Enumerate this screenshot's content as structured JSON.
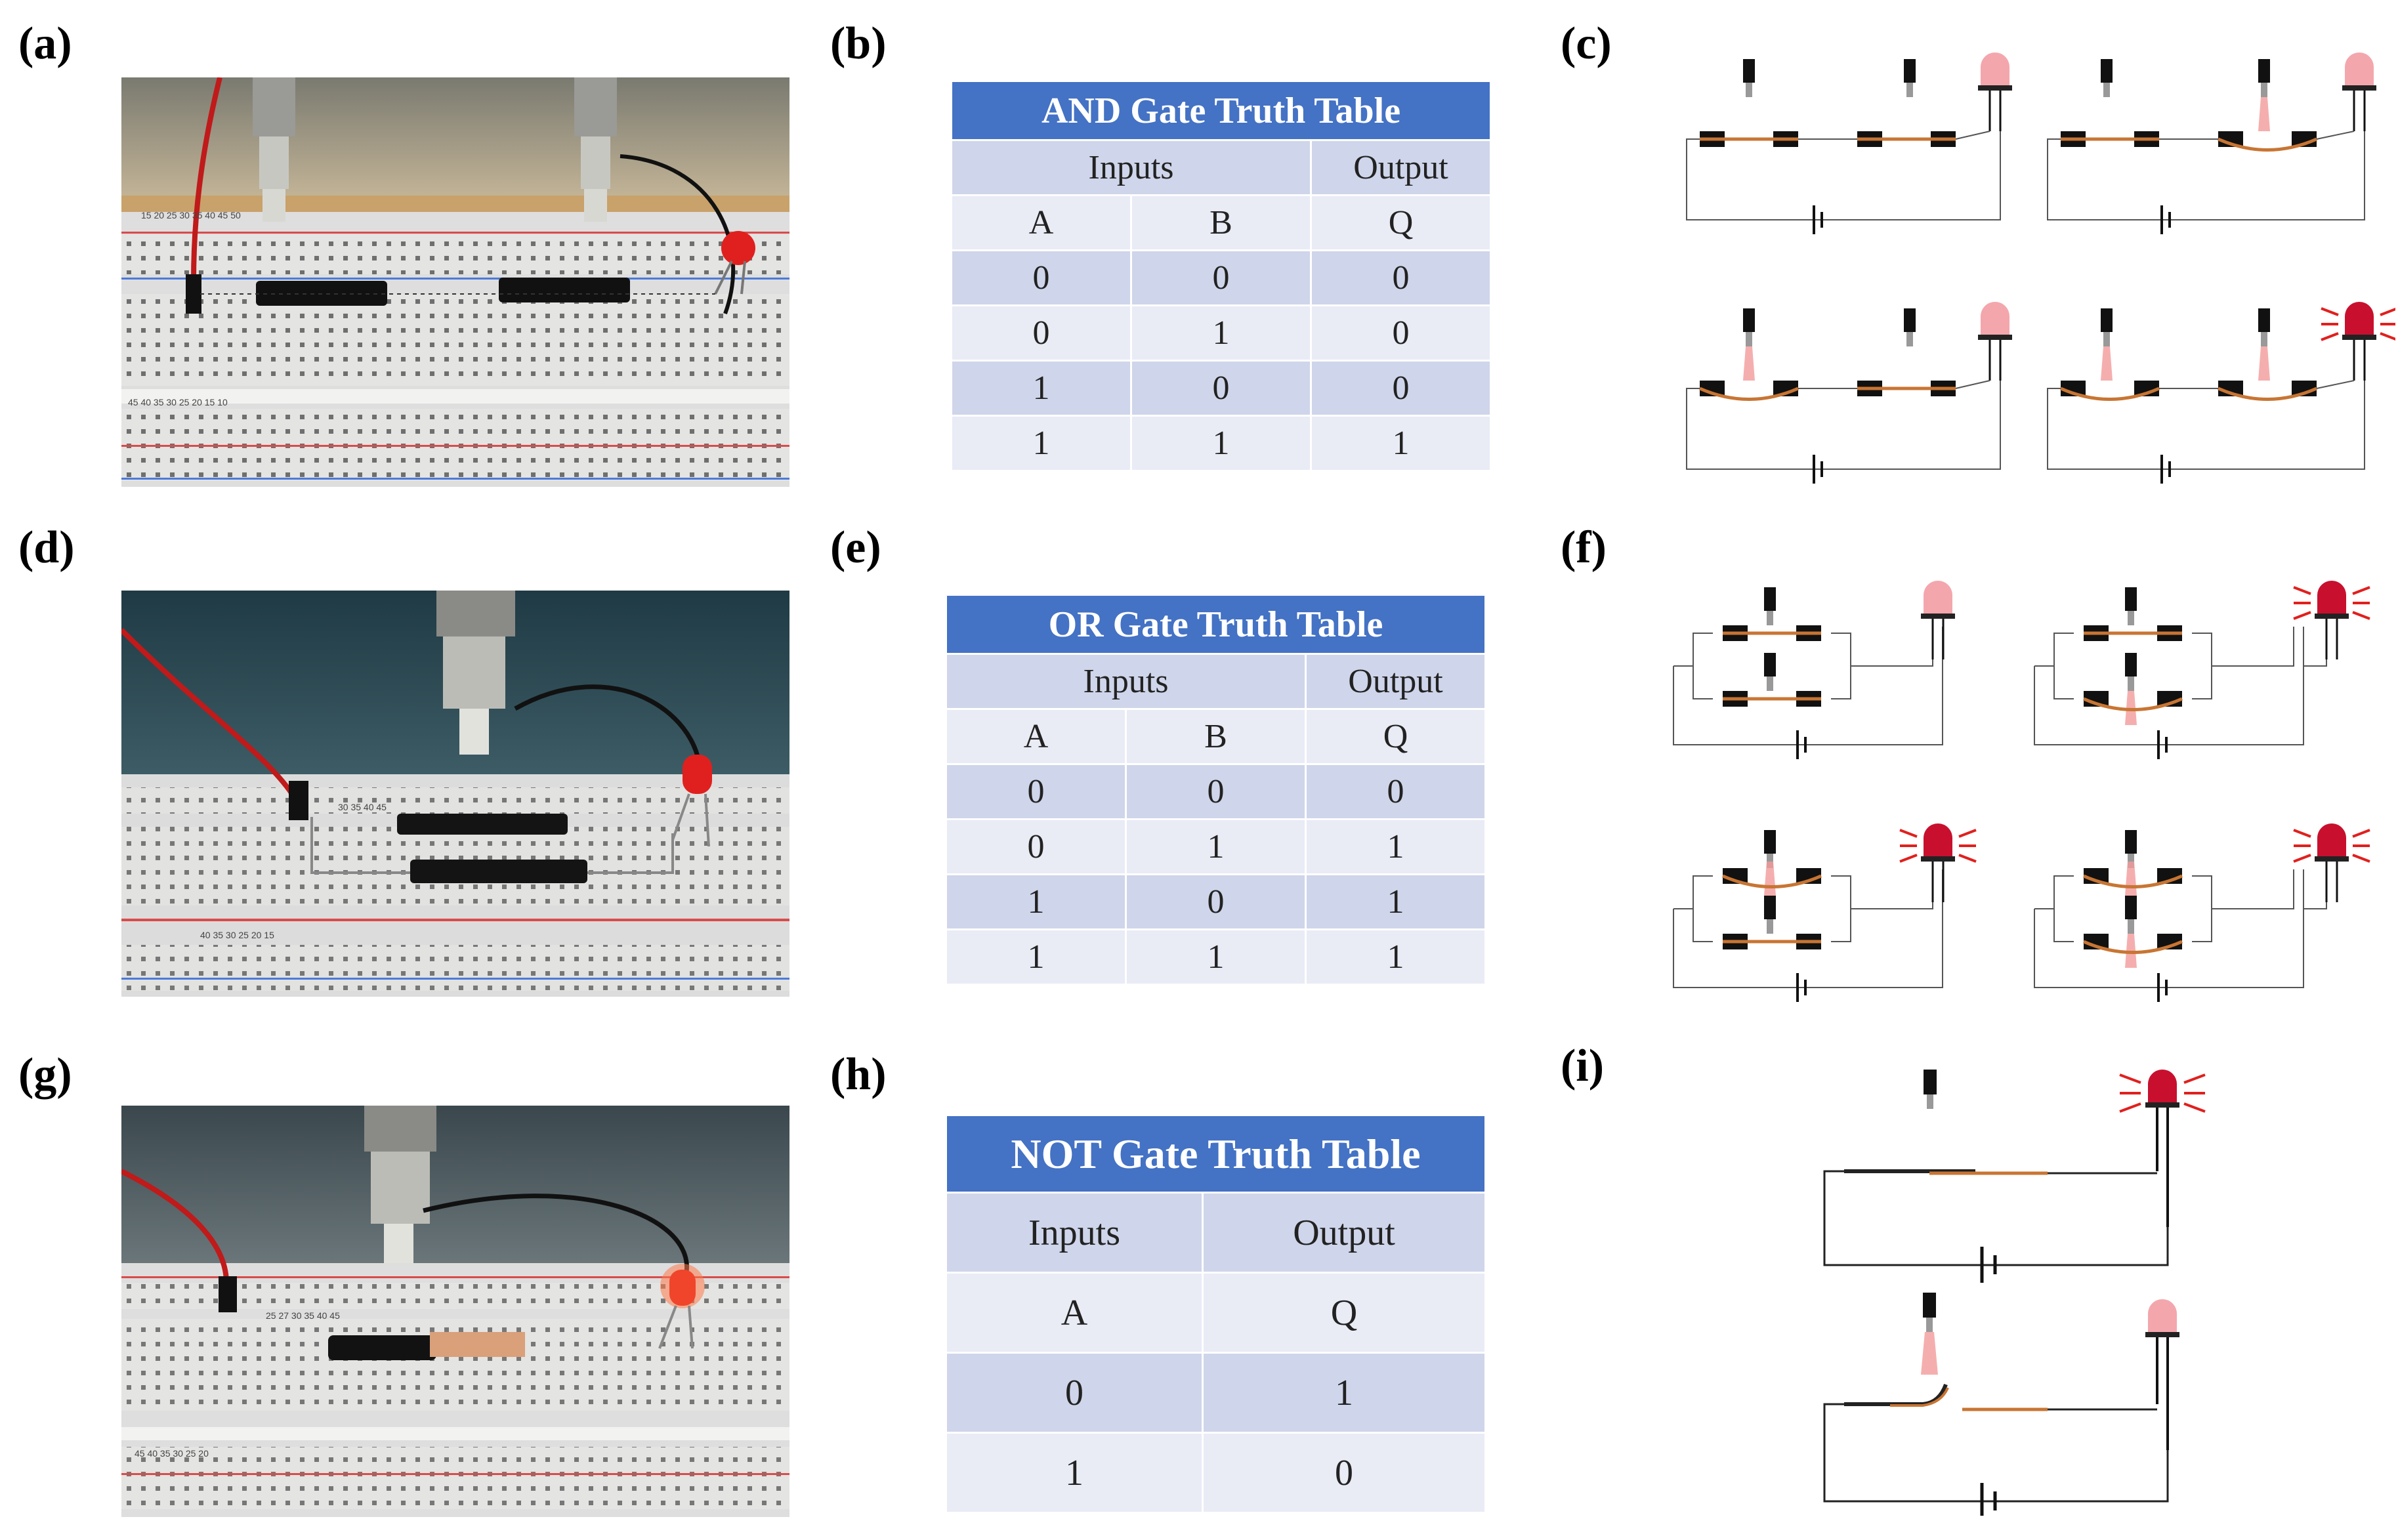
{
  "panels": {
    "a": "(a)",
    "b": "(b)",
    "c": "(c)",
    "d": "(d)",
    "e": "(e)",
    "f": "(f)",
    "g": "(g)",
    "h": "(h)",
    "i": "(i)"
  },
  "and_table": {
    "title": "AND Gate Truth Table",
    "inputs_label": "Inputs",
    "output_label": "Output",
    "columns": [
      "A",
      "B",
      "Q"
    ],
    "rows": [
      [
        "0",
        "0",
        "0"
      ],
      [
        "0",
        "1",
        "0"
      ],
      [
        "1",
        "0",
        "0"
      ],
      [
        "1",
        "1",
        "1"
      ]
    ]
  },
  "or_table": {
    "title": "OR Gate Truth Table",
    "inputs_label": "Inputs",
    "output_label": "Output",
    "columns": [
      "A",
      "B",
      "Q"
    ],
    "rows": [
      [
        "0",
        "0",
        "0"
      ],
      [
        "0",
        "1",
        "1"
      ],
      [
        "1",
        "0",
        "1"
      ],
      [
        "1",
        "1",
        "1"
      ]
    ]
  },
  "not_table": {
    "title": "NOT Gate Truth Table",
    "inputs_label": "Inputs",
    "output_label": "Output",
    "columns": [
      "A",
      "Q"
    ],
    "rows": [
      [
        "0",
        "1"
      ],
      [
        "1",
        "0"
      ]
    ]
  },
  "colors": {
    "table_header": "#4472c4",
    "row_dark": "#cfd5ea",
    "row_light": "#e9ebf5",
    "led_on": "#c8102e",
    "led_off": "#f4a6ad",
    "copper": "#c87533"
  },
  "breadboard_numbers": {
    "a_top": [
      "15",
      "20",
      "25",
      "30",
      "35",
      "40",
      "45",
      "50"
    ],
    "a_bottom": [
      "45",
      "40",
      "35",
      "30",
      "25",
      "20",
      "15",
      "10"
    ],
    "d": [
      "30",
      "35",
      "40",
      "45"
    ],
    "d_bottom": [
      "40",
      "35",
      "30",
      "25",
      "20",
      "15"
    ],
    "g_top": [
      "25",
      "27",
      "30",
      "35",
      "40",
      "45"
    ],
    "g_bottom": [
      "45",
      "40",
      "35",
      "30",
      "25",
      "20"
    ]
  }
}
